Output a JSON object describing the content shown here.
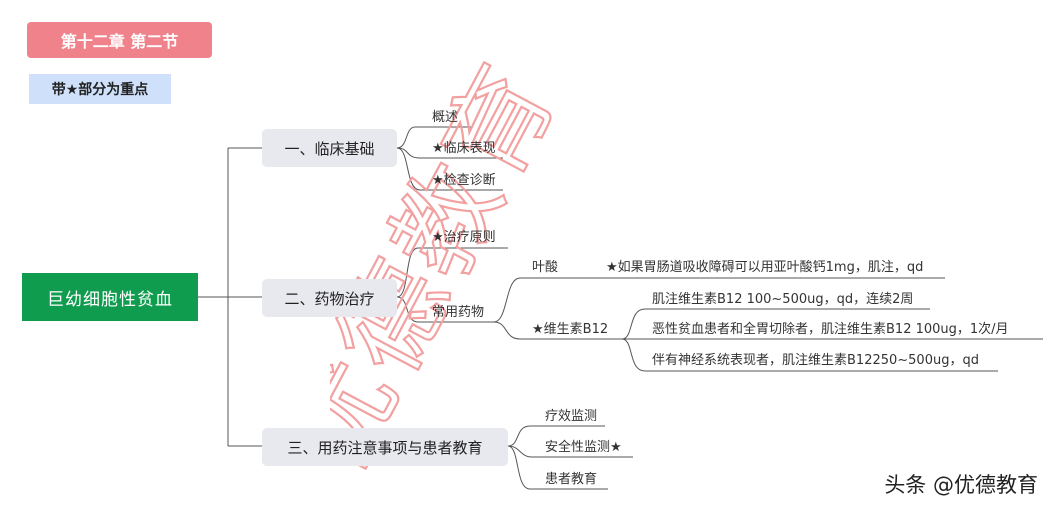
{
  "chapter_label": "第十二章 第二节",
  "legend_label": "带★部分为重点",
  "root_label": "巨幼细胞性贫血",
  "branches": [
    {
      "label": "一、临床基础",
      "children": [
        "概述",
        "★临床表现",
        "★检查诊断"
      ]
    },
    {
      "label": "二、药物治疗",
      "children": [
        "★治疗原则",
        "常用药物"
      ]
    },
    {
      "label": "三、用药注意事项与患者教育",
      "children": [
        "疗效监测",
        "安全性监测★",
        "患者教育"
      ]
    }
  ],
  "drugs": {
    "folic_acid": {
      "label": "叶酸",
      "note": "★如果胃肠道吸收障碍可以用亚叶酸钙1mg，肌注，qd"
    },
    "b12": {
      "label": "★维生素B12",
      "notes": [
        "肌注维生素B12 100~500ug，qd，连续2周",
        "恶性贫血患者和全胃切除者，肌注维生素B12 100ug，1次/月",
        "伴有神经系统表现者，肌注维生素B12250~500ug，qd"
      ]
    }
  },
  "watermark": "优德教育",
  "footer": "头条 @优德教育",
  "colors": {
    "chapter_bg": "#f0828c",
    "legend_bg": "#cfe0fb",
    "root_bg": "#109c4f",
    "branch_bg": "#e8e8ef",
    "watermark": "#f2a0a0",
    "line": "#555555"
  }
}
